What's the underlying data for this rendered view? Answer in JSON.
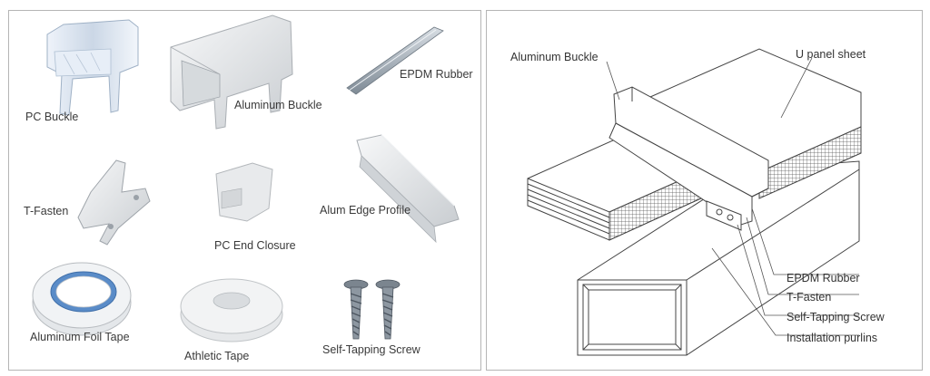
{
  "products": {
    "pc_buckle": "PC Buckle",
    "aluminum_buckle": "Aluminum Buckle",
    "epdm_rubber": "EPDM Rubber",
    "t_fasten": "T-Fasten",
    "pc_end_closure": "PC End Closure",
    "alum_edge_profile": "Alum Edge Profile",
    "aluminum_foil_tape": "Aluminum Foil Tape",
    "athletic_tape": "Athletic Tape",
    "self_tapping_screw": "Self-Tapping Screw"
  },
  "diagram": {
    "aluminum_buckle": "Aluminum Buckle",
    "u_panel_sheet": "U panel sheet",
    "epdm_rubber": "EPDM Rubber",
    "t_fasten": "T-Fasten",
    "self_tapping_screw": "Self-Tapping Screw",
    "installation_purlins": "Installation purlins"
  },
  "colors": {
    "border": "#b5b5b5",
    "line": "#444444",
    "aluminum": "#e6e9ec",
    "pc_clear": "#dfe8f3"
  }
}
